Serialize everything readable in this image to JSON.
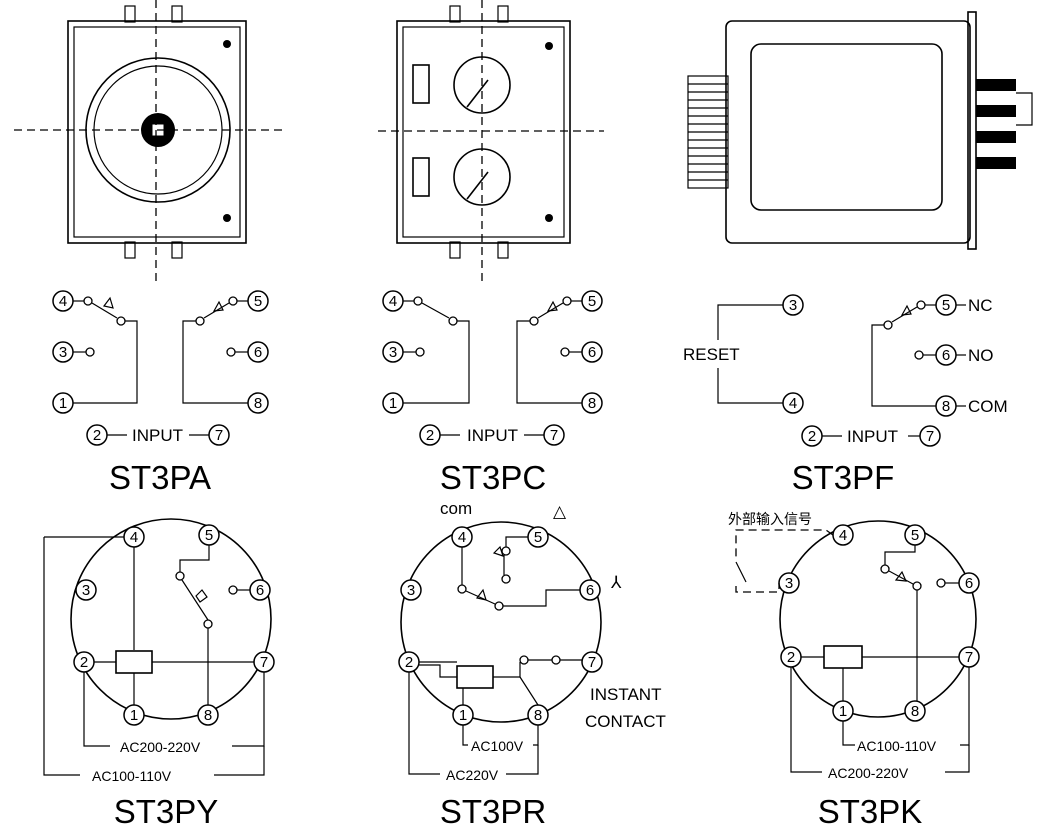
{
  "models": {
    "st3pa": "ST3PA",
    "st3pc": "ST3PC",
    "st3pf": "ST3PF",
    "st3py": "ST3PY",
    "st3pr": "ST3PR",
    "st3pk": "ST3PK"
  },
  "labels": {
    "input": "INPUT",
    "reset": "RESET",
    "nc": "NC",
    "no": "NO",
    "com_upper": "COM",
    "com_lower": "com",
    "instant": "INSTANT",
    "contact": "CONTACT",
    "external_signal": "外部输入信号",
    "triangle_symbol": "△",
    "star_symbol": "⅄"
  },
  "voltages": {
    "py_inner": "AC200-220V",
    "py_outer": "AC100-110V",
    "pr_inner": "AC100V",
    "pr_outer": "AC220V",
    "pk_inner": "AC100-110V",
    "pk_outer": "AC200-220V"
  },
  "pins": [
    "1",
    "2",
    "3",
    "4",
    "5",
    "6",
    "7",
    "8"
  ]
}
